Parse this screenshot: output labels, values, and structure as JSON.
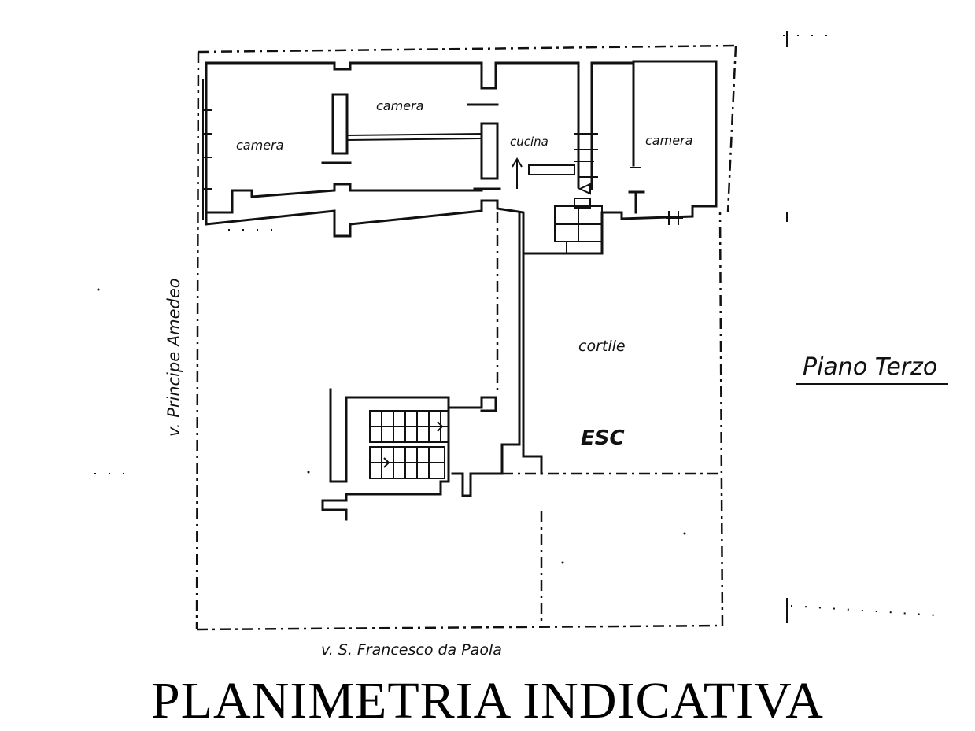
{
  "floor_plan": {
    "rooms": {
      "camera_1": "camera",
      "camera_2": "camera",
      "cucina": "cucina",
      "camera_3": "camera",
      "cortile": "cortile",
      "esc": "ESC"
    },
    "streets": {
      "left": "v. Principe Amedeo",
      "bottom": "v. S. Francesco da Paola"
    },
    "floor_label": "Piano Terzo"
  },
  "caption": "PLANIMETRIA INDICATIVA"
}
